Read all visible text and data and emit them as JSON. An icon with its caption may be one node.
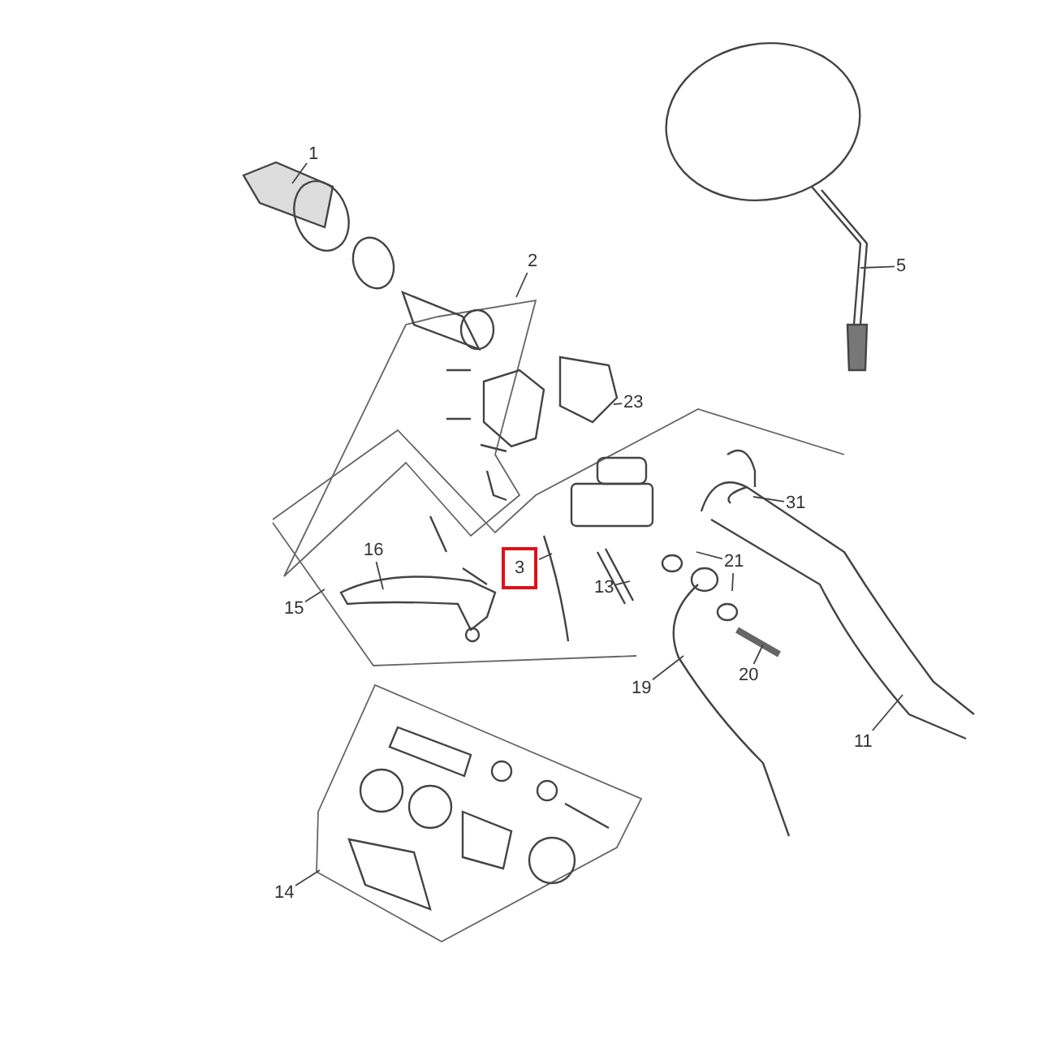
{
  "diagram": {
    "nodes": [
      {
        "text": [
          "1"
        ]
      },
      {
        "text": [
          "2"
        ]
      },
      {
        "text": [
          "5"
        ]
      },
      {
        "text": [
          "23"
        ]
      },
      {
        "text": [
          "31"
        ]
      },
      {
        "text": [
          "16"
        ]
      },
      {
        "text": [
          "15"
        ]
      },
      {
        "text": [
          "3"
        ]
      },
      {
        "text": [
          "13"
        ]
      },
      {
        "text": [
          "21"
        ]
      },
      {
        "text": [
          "20"
        ]
      },
      {
        "text": [
          "19"
        ]
      },
      {
        "text": [
          "11"
        ]
      },
      {
        "text": [
          "14"
        ]
      }
    ],
    "edges": [
      {
        "from": 0,
        "to": null,
        "arrow": "none"
      },
      {
        "from": 1,
        "to": null,
        "arrow": "none"
      },
      {
        "from": 2,
        "to": null,
        "arrow": "none"
      },
      {
        "from": 3,
        "to": null,
        "arrow": "none"
      },
      {
        "from": 4,
        "to": null,
        "arrow": "none"
      },
      {
        "from": 5,
        "to": null,
        "arrow": "none"
      },
      {
        "from": 6,
        "to": null,
        "arrow": "none"
      },
      {
        "from": 7,
        "to": null,
        "arrow": "none"
      },
      {
        "from": 8,
        "to": null,
        "arrow": "none"
      },
      {
        "from": 9,
        "to": null,
        "arrow": "none"
      },
      {
        "from": 9,
        "to": null,
        "arrow": "none"
      },
      {
        "from": 10,
        "to": null,
        "arrow": "none"
      },
      {
        "from": 11,
        "to": null,
        "arrow": "none"
      },
      {
        "from": 12,
        "to": null,
        "arrow": "none"
      },
      {
        "from": 13,
        "to": null,
        "arrow": "none"
      }
    ]
  }
}
